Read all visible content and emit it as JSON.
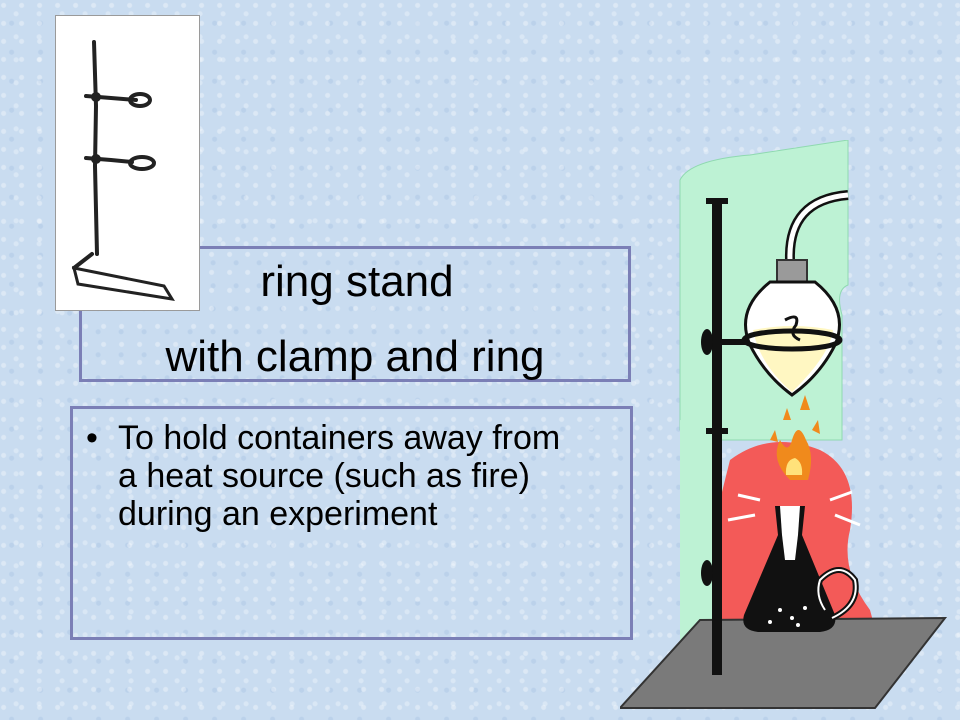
{
  "slide": {
    "title_line1": "ring stand",
    "title_line2": "with clamp and ring",
    "bullet_symbol": "•",
    "body_text": "To hold containers away from a heat source (such as fire) during an experiment"
  },
  "images": {
    "sketch": "ring-stand-sketch",
    "clipart": "ring-stand-with-burner-clipart"
  },
  "colors": {
    "background": "#c9dcf0",
    "box_border": "#7b7fb6",
    "clipart_green": "#bdf2d4",
    "clipart_red": "#f35a58",
    "flame_orange": "#f08a1c",
    "base_gray": "#7a7a7a"
  }
}
